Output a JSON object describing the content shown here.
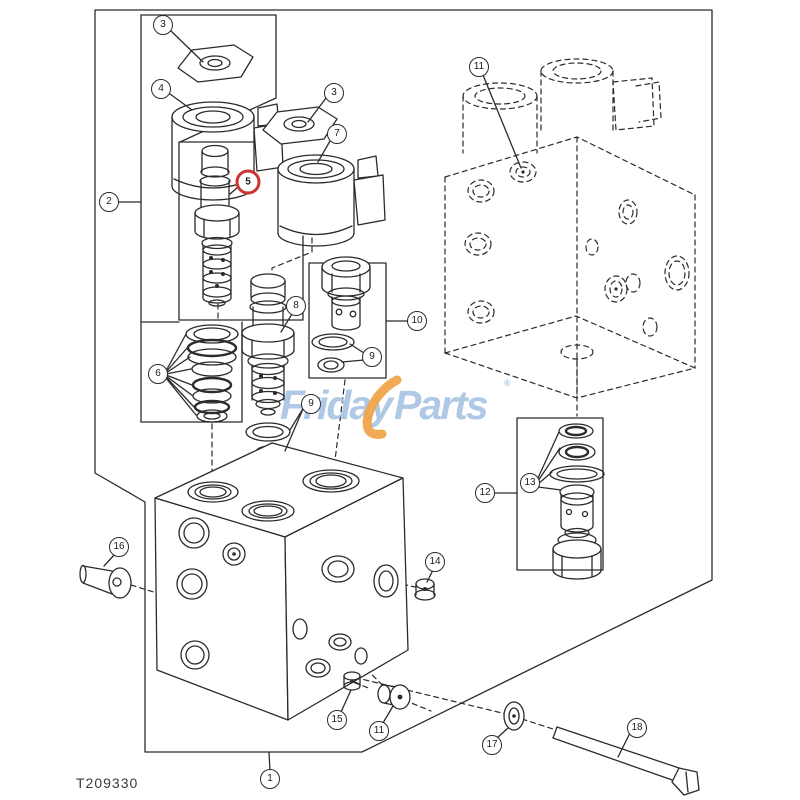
{
  "diagram": {
    "drawing_number": "T209330"
  },
  "watermark": {
    "first": "Friday",
    "second": "Parts",
    "registered": "®"
  },
  "colors": {
    "line": "#2b2b2b",
    "highlight_ring": "#cc3333",
    "watermark_text": "#a8c4e4",
    "watermark_swoosh": "#f0a44a",
    "background": "#ffffff"
  },
  "callouts": {
    "c1": "1",
    "c2": "2",
    "c3a": "3",
    "c3b": "3",
    "c4": "4",
    "c5": "5",
    "c6": "6",
    "c7": "7",
    "c8": "8",
    "c9a": "9",
    "c9b": "9",
    "c10": "10",
    "c11a": "11",
    "c11b": "11",
    "c12": "12",
    "c13": "13",
    "c14": "14",
    "c15": "15",
    "c16": "16",
    "c17": "17",
    "c18": "18"
  }
}
